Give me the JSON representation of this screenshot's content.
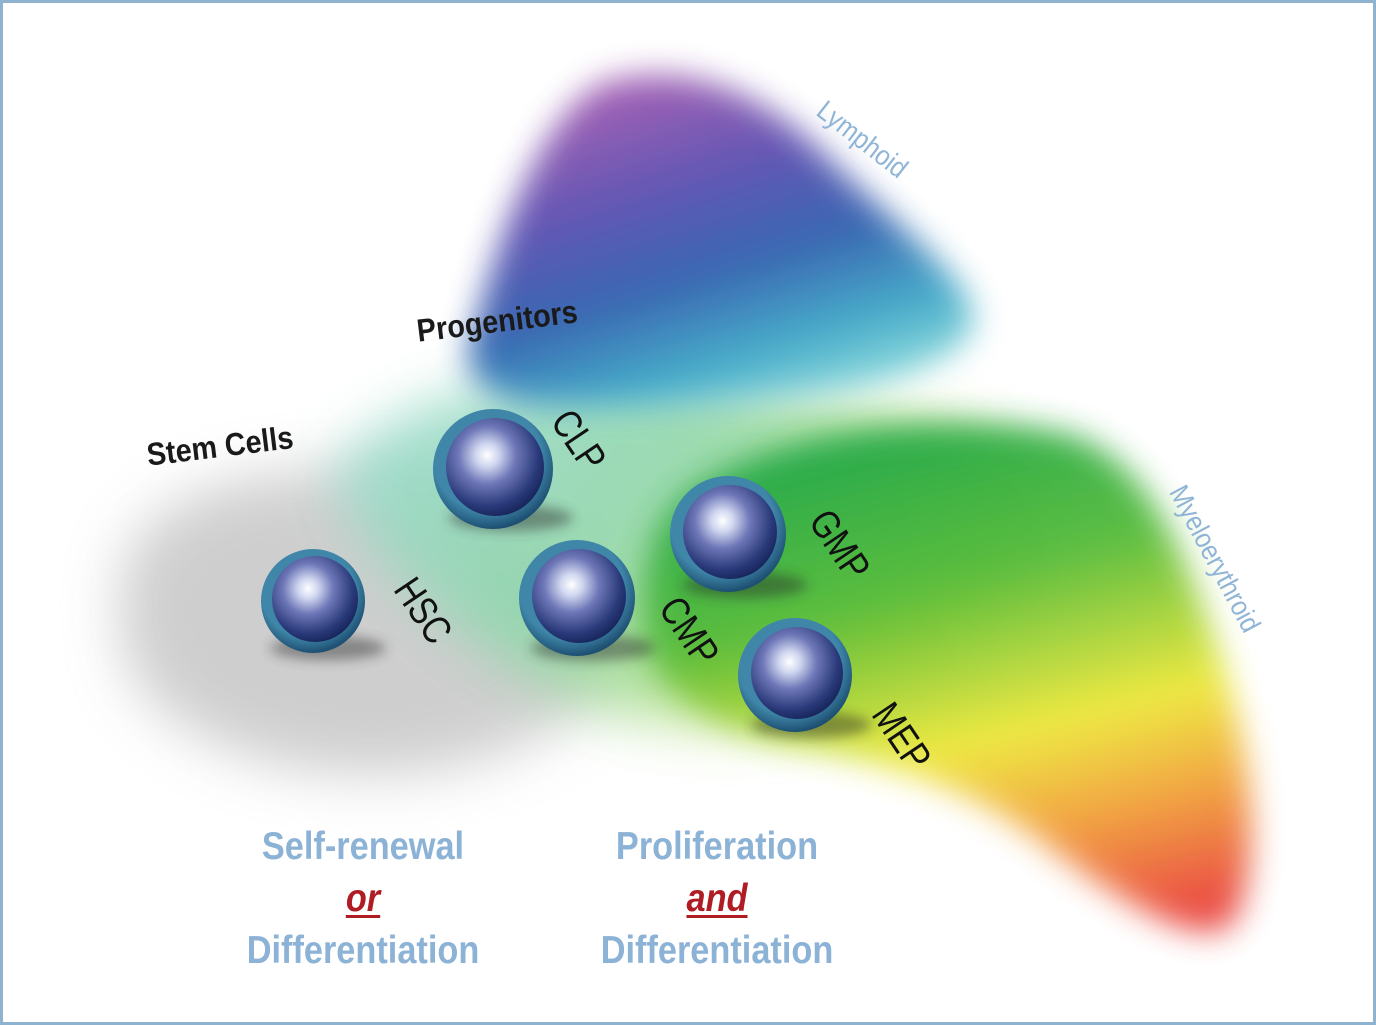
{
  "labels": {
    "stem_cells": "Stem Cells",
    "progenitors": "Progenitors",
    "lymphoid": "Lymphoid",
    "myeloerythroid": "Myeloerythroid"
  },
  "cells": {
    "hsc": "HSC",
    "clp": "CLP",
    "cmp": "CMP",
    "gmp": "GMP",
    "mep": "MEP"
  },
  "captions": {
    "left": {
      "line1": "Self-renewal",
      "connector": "or",
      "line2": "Differentiation"
    },
    "right": {
      "line1": "Proliferation",
      "connector": "and",
      "line2": "Differentiation"
    }
  },
  "colors": {
    "frame_border": "#8fb2cf",
    "caption_blue": "#8cb2d6",
    "connector_red": "#b01c24",
    "lineage_blue": "#8fb4d6",
    "stem_gray": "#c8c8c8",
    "lymphoid_purple": "#9b4fa8",
    "lymphoid_blue": "#3b3f9a",
    "myeloid_green": "#2aa845",
    "erythroid_red": "#e8493a"
  }
}
